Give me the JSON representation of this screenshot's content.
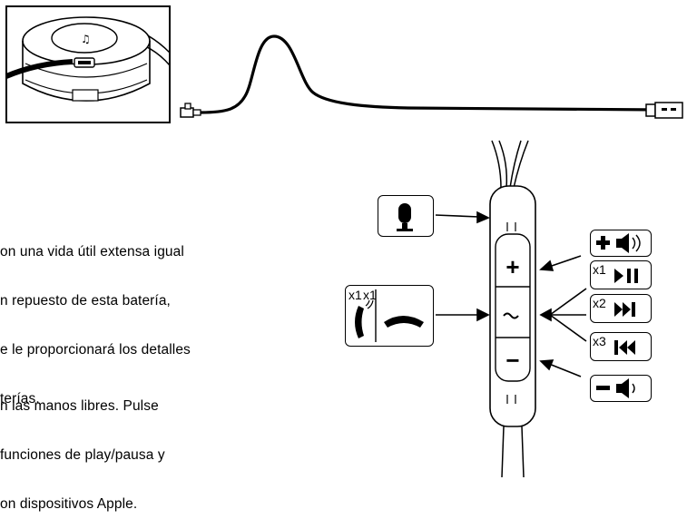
{
  "paragraph_battery": {
    "lines": [
      "on una vida útil extensa igual",
      "n repuesto de esta batería,",
      "e le proporcionará los detalles",
      "terías."
    ]
  },
  "paragraph_handsfree": {
    "lines": [
      "n las manos libres. Pulse",
      "funciones de play/pausa y",
      "on dispositivos Apple."
    ]
  },
  "controls": {
    "plus_symbol": "+",
    "minus_symbol": "−"
  },
  "call_box": {
    "press_label_1": "x1",
    "press_label_2": "x1"
  },
  "right_boxes": {
    "play_pause_press": "x1",
    "next_press": "x2",
    "prev_press": "x3"
  }
}
